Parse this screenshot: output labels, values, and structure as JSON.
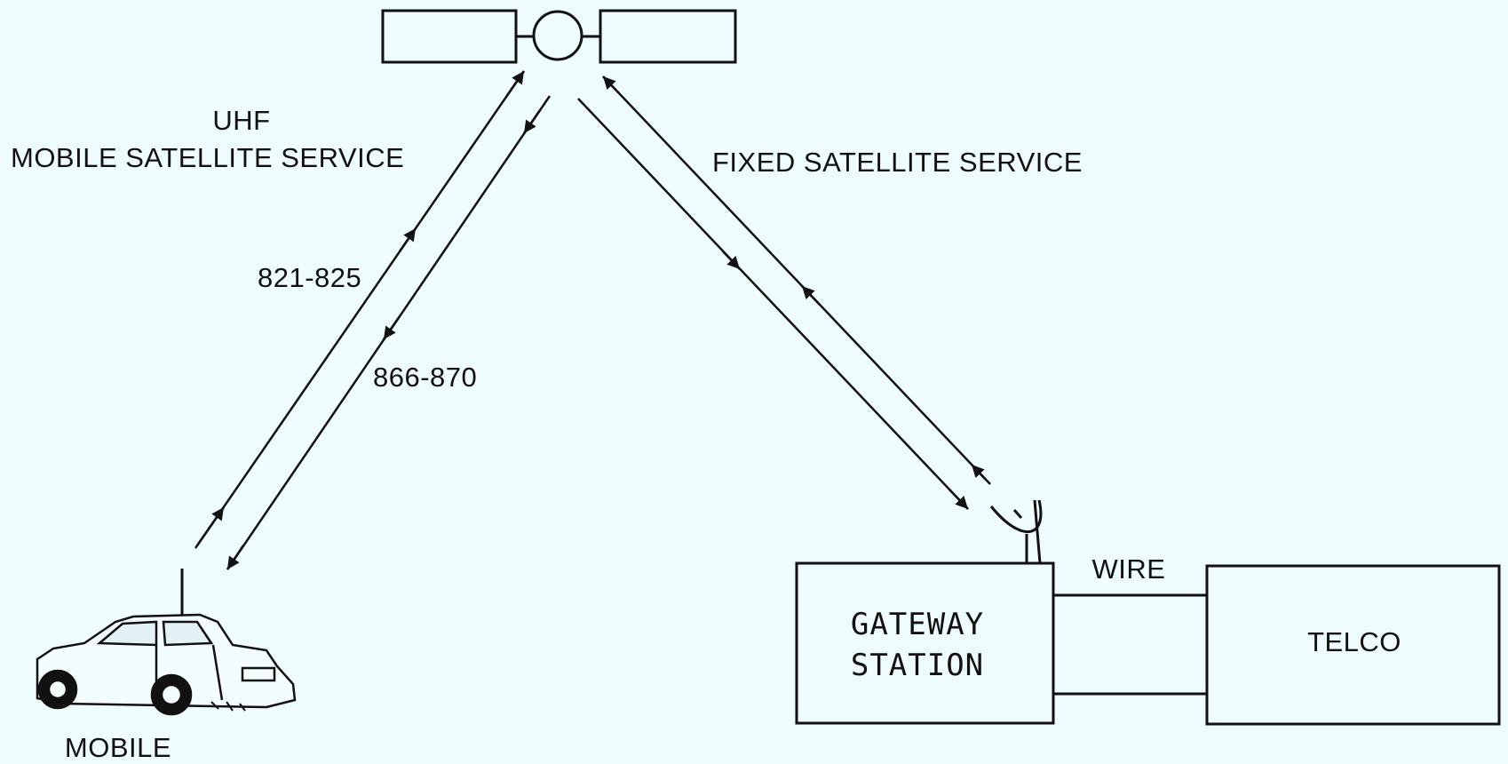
{
  "diagram": {
    "labels": {
      "uhf": "UHF",
      "mobile_satellite_service": "MOBILE SATELLITE SERVICE",
      "fixed_satellite_service": "FIXED SATELLITE SERVICE",
      "uplink_band": "821-825",
      "downlink_band": "866-870",
      "mobile": "MOBILE",
      "wire": "WIRE",
      "gateway_station_line1": "GATEWAY",
      "gateway_station_line2": "STATION",
      "telco": "TELCO"
    },
    "colors": {
      "background": "#effcfe",
      "ink": "#111111"
    }
  }
}
